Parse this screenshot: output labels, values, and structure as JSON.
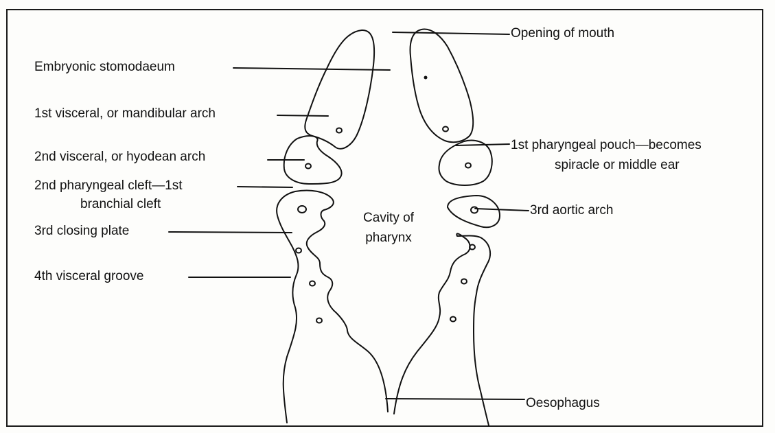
{
  "labels": {
    "opening_of_mouth": "Opening of mouth",
    "embryonic_stomodaeum": "Embryonic stomodaeum",
    "first_visceral_arch": "1st visceral, or mandibular arch",
    "second_visceral_arch": "2nd visceral, or hyodean arch",
    "second_pharyngeal_cleft_line1": "2nd pharyngeal cleft—1st",
    "second_pharyngeal_cleft_line2": "branchial cleft",
    "third_closing_plate": "3rd closing plate",
    "fourth_visceral_groove": "4th visceral groove",
    "first_pharyngeal_pouch_line1": "1st pharyngeal pouch—becomes",
    "first_pharyngeal_pouch_line2": "spiracle or middle ear",
    "third_aortic_arch": "3rd aortic arch",
    "cavity_line1": "Cavity of",
    "cavity_line2": "pharynx",
    "oesophagus": "Oesophagus"
  },
  "colors": {
    "ink": "#111111",
    "paper": "#fdfdfb"
  }
}
